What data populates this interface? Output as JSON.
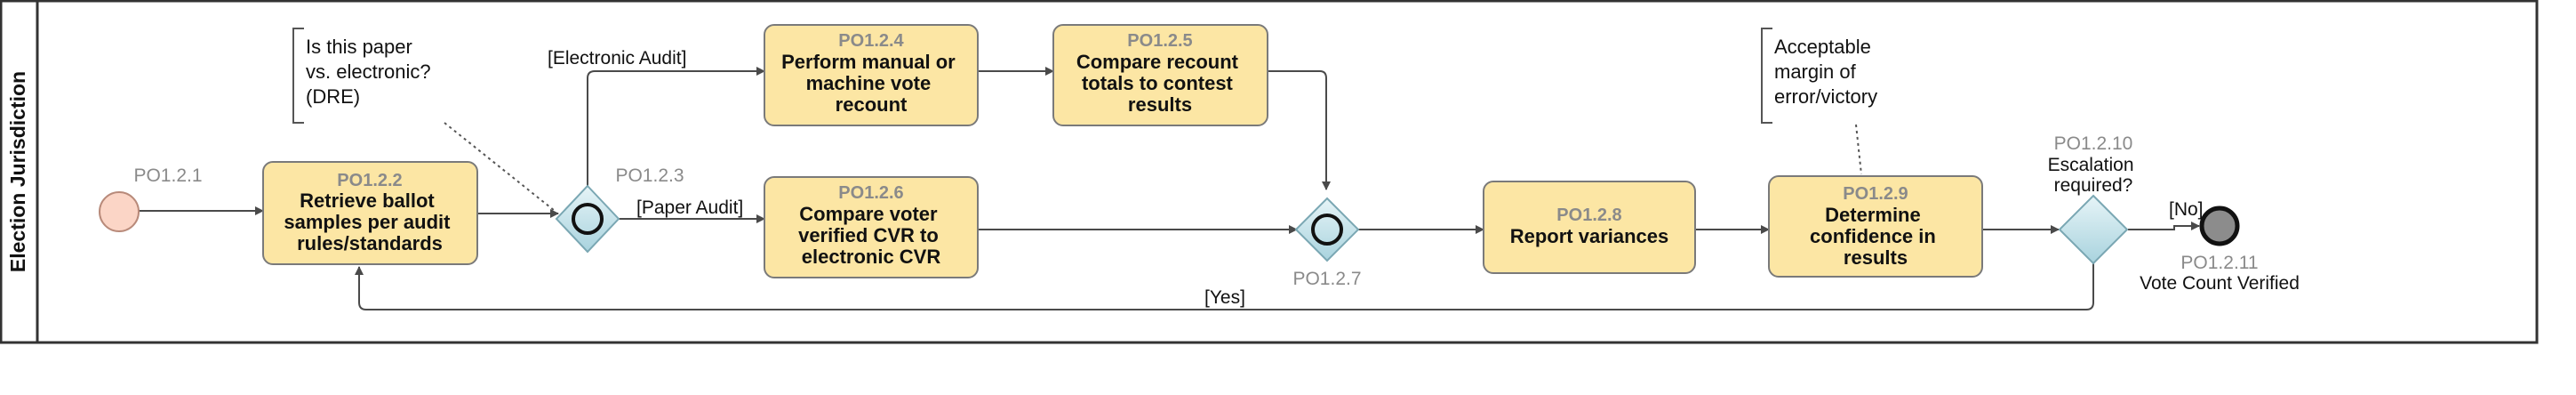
{
  "lane": {
    "title": "Election Jurisdiction"
  },
  "start_event": {
    "id": "PO1.2.1"
  },
  "tasks": {
    "t122": {
      "id": "PO1.2.2",
      "lines": [
        "Retrieve ballot",
        "samples per audit",
        "rules/standards"
      ]
    },
    "t124": {
      "id": "PO1.2.4",
      "lines": [
        "Perform manual or",
        "machine vote",
        "recount"
      ]
    },
    "t125": {
      "id": "PO1.2.5",
      "lines": [
        "Compare recount",
        "totals to contest",
        "results"
      ]
    },
    "t126": {
      "id": "PO1.2.6",
      "lines": [
        "Compare voter",
        "verified CVR to",
        "electronic CVR"
      ]
    },
    "t128": {
      "id": "PO1.2.8",
      "lines": [
        "Report variances"
      ]
    },
    "t129": {
      "id": "PO1.2.9",
      "lines": [
        "Determine",
        "confidence in",
        "results"
      ]
    }
  },
  "gateways": {
    "g123": {
      "id": "PO1.2.3"
    },
    "g127": {
      "id": "PO1.2.7"
    },
    "g1210": {
      "id": "PO1.2.10",
      "question_lines": [
        "Escalation",
        "required?"
      ]
    }
  },
  "end_event": {
    "id": "PO1.2.11",
    "name": "Vote Count Verified"
  },
  "annotations": {
    "paper_vs_electronic": [
      "Is this paper",
      "vs. electronic?",
      "(DRE)"
    ],
    "margin": [
      "Acceptable",
      "margin of",
      "error/victory"
    ]
  },
  "flow_labels": {
    "electronic_audit": "[Electronic Audit]",
    "paper_audit": "[Paper Audit]",
    "yes": "[Yes]",
    "no": "[No]"
  },
  "colors": {
    "task_fill": "#fce6a4",
    "gateway_fill": "#bfe3ea",
    "start_fill": "#fbd5c6",
    "end_fill": "#8c8c8c"
  }
}
